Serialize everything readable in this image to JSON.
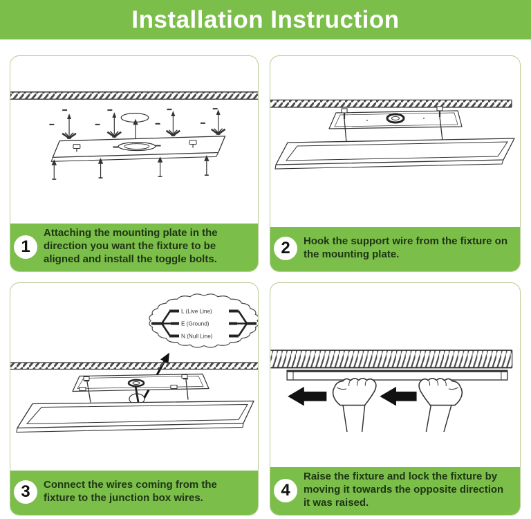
{
  "header": {
    "title": "Installation Instruction"
  },
  "colors": {
    "header_green": "#7cbe4a",
    "caption_green": "#7cbe4a",
    "caption_text": "#1d3513",
    "panel_border": "#b9cc92",
    "line_art": "#333333",
    "arrow_black": "#111111"
  },
  "panels": [
    {
      "number": "1",
      "caption": "Attaching the mounting plate in the direction you want the fixture to be aligned and install the toggle bolts."
    },
    {
      "number": "2",
      "caption": "Hook the support wire from the fixture on the mounting plate."
    },
    {
      "number": "3",
      "caption": "Connect the wires coming from the fixture to the junction box wires.",
      "wire_labels": [
        "L  (Live Line)",
        "E  (Ground)",
        "N  (Null Line)"
      ]
    },
    {
      "number": "4",
      "caption": "Raise the fixture and lock the fixture by moving it towards the opposite direction it was raised."
    }
  ]
}
